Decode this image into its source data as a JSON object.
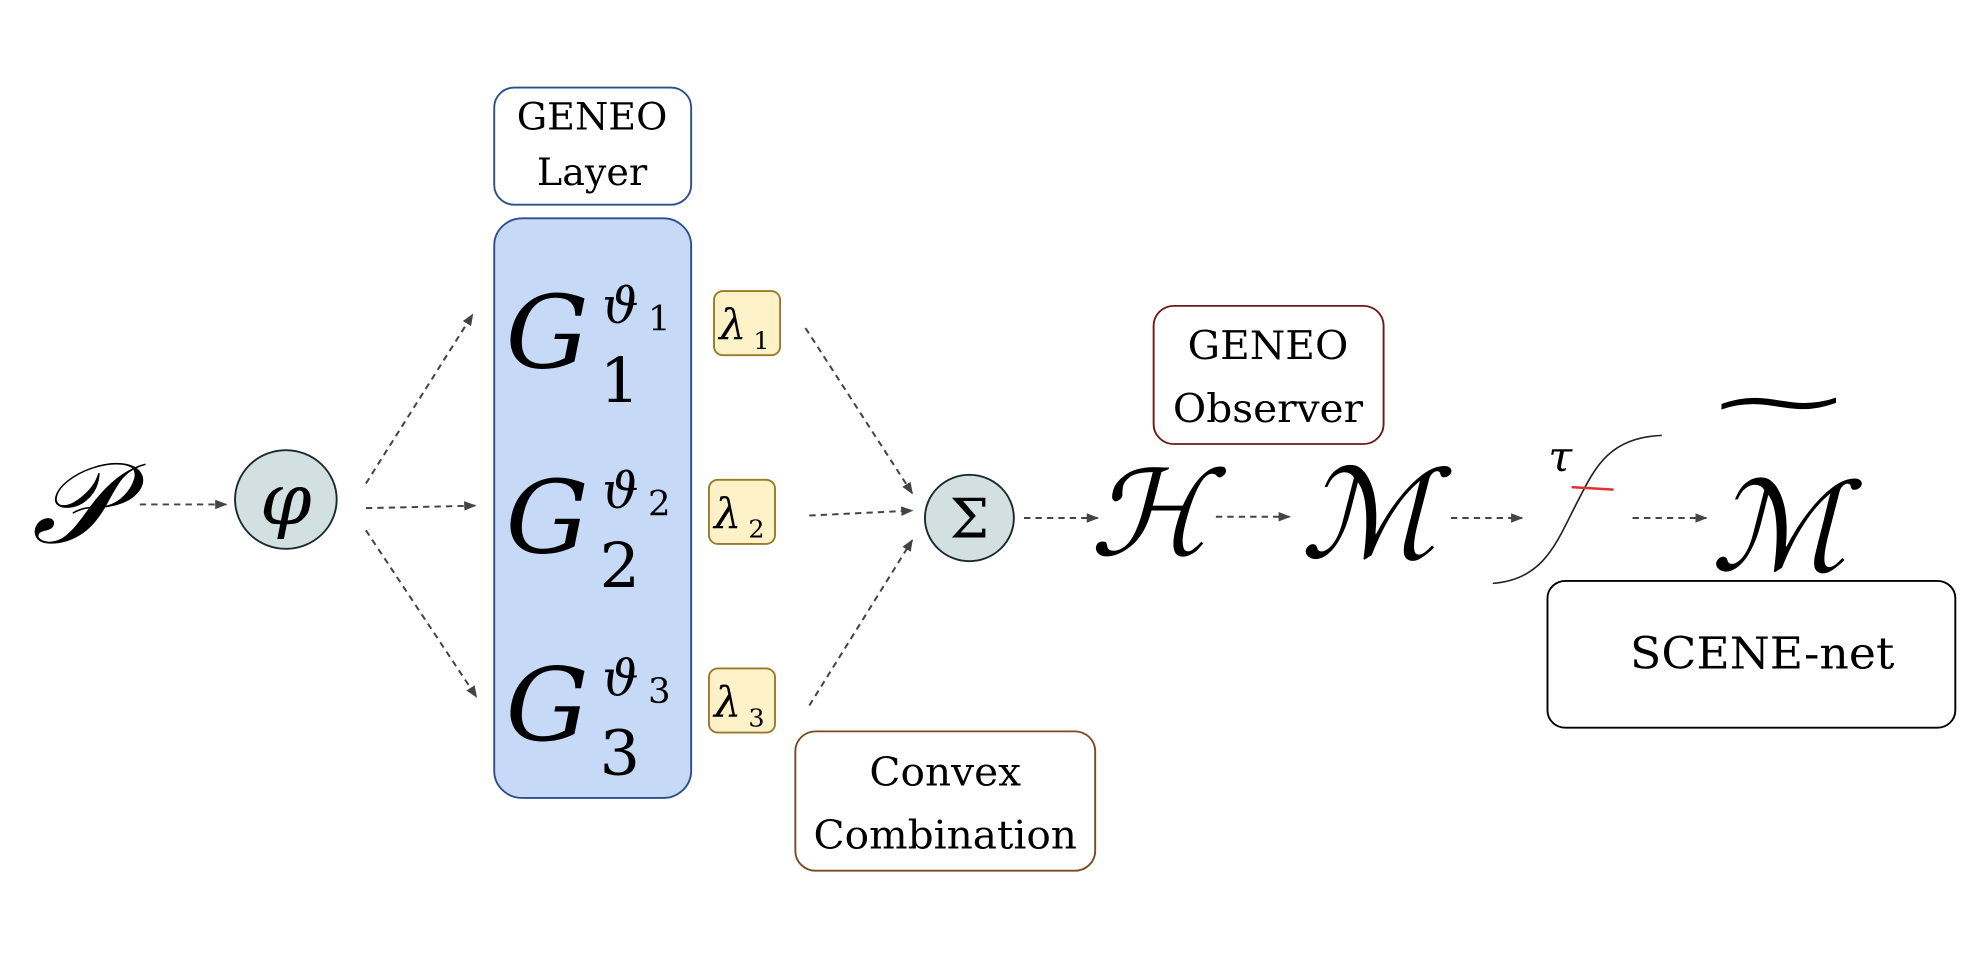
{
  "nodes": {
    "input": "𝒫",
    "phi": "φ",
    "sigma": "Σ",
    "hypothesis": "ℋ",
    "map": "ℳ",
    "tau": "τ",
    "output": "ℳ",
    "output_tilde": "~"
  },
  "geneo_layer": {
    "label_line1": "GENEO",
    "label_line2": "Layer",
    "operators": [
      {
        "base": "G",
        "sub": "1",
        "sup": "ϑ",
        "sup_index": "1"
      },
      {
        "base": "G",
        "sub": "2",
        "sup": "ϑ",
        "sup_index": "2"
      },
      {
        "base": "G",
        "sub": "3",
        "sup": "ϑ",
        "sup_index": "3"
      }
    ]
  },
  "weights": [
    {
      "symbol": "λ",
      "index": "1"
    },
    {
      "symbol": "λ",
      "index": "2"
    },
    {
      "symbol": "λ",
      "index": "3"
    }
  ],
  "labels": {
    "observer_line1": "GENEO",
    "observer_line2": "Observer",
    "convex_line1": "Convex",
    "convex_line2": "Combination",
    "scene_net": "SCENE-net"
  },
  "colors": {
    "layer_fill": "#c6d9f6",
    "layer_stroke": "#2d4d8c",
    "weight_fill": "#fdf1c8",
    "weight_stroke": "#9a7a2a",
    "node_fill": "#d2e0e1",
    "observer_stroke": "#6b1a1a",
    "convex_stroke": "#7a4a20",
    "threshold_mark": "#e03030"
  }
}
